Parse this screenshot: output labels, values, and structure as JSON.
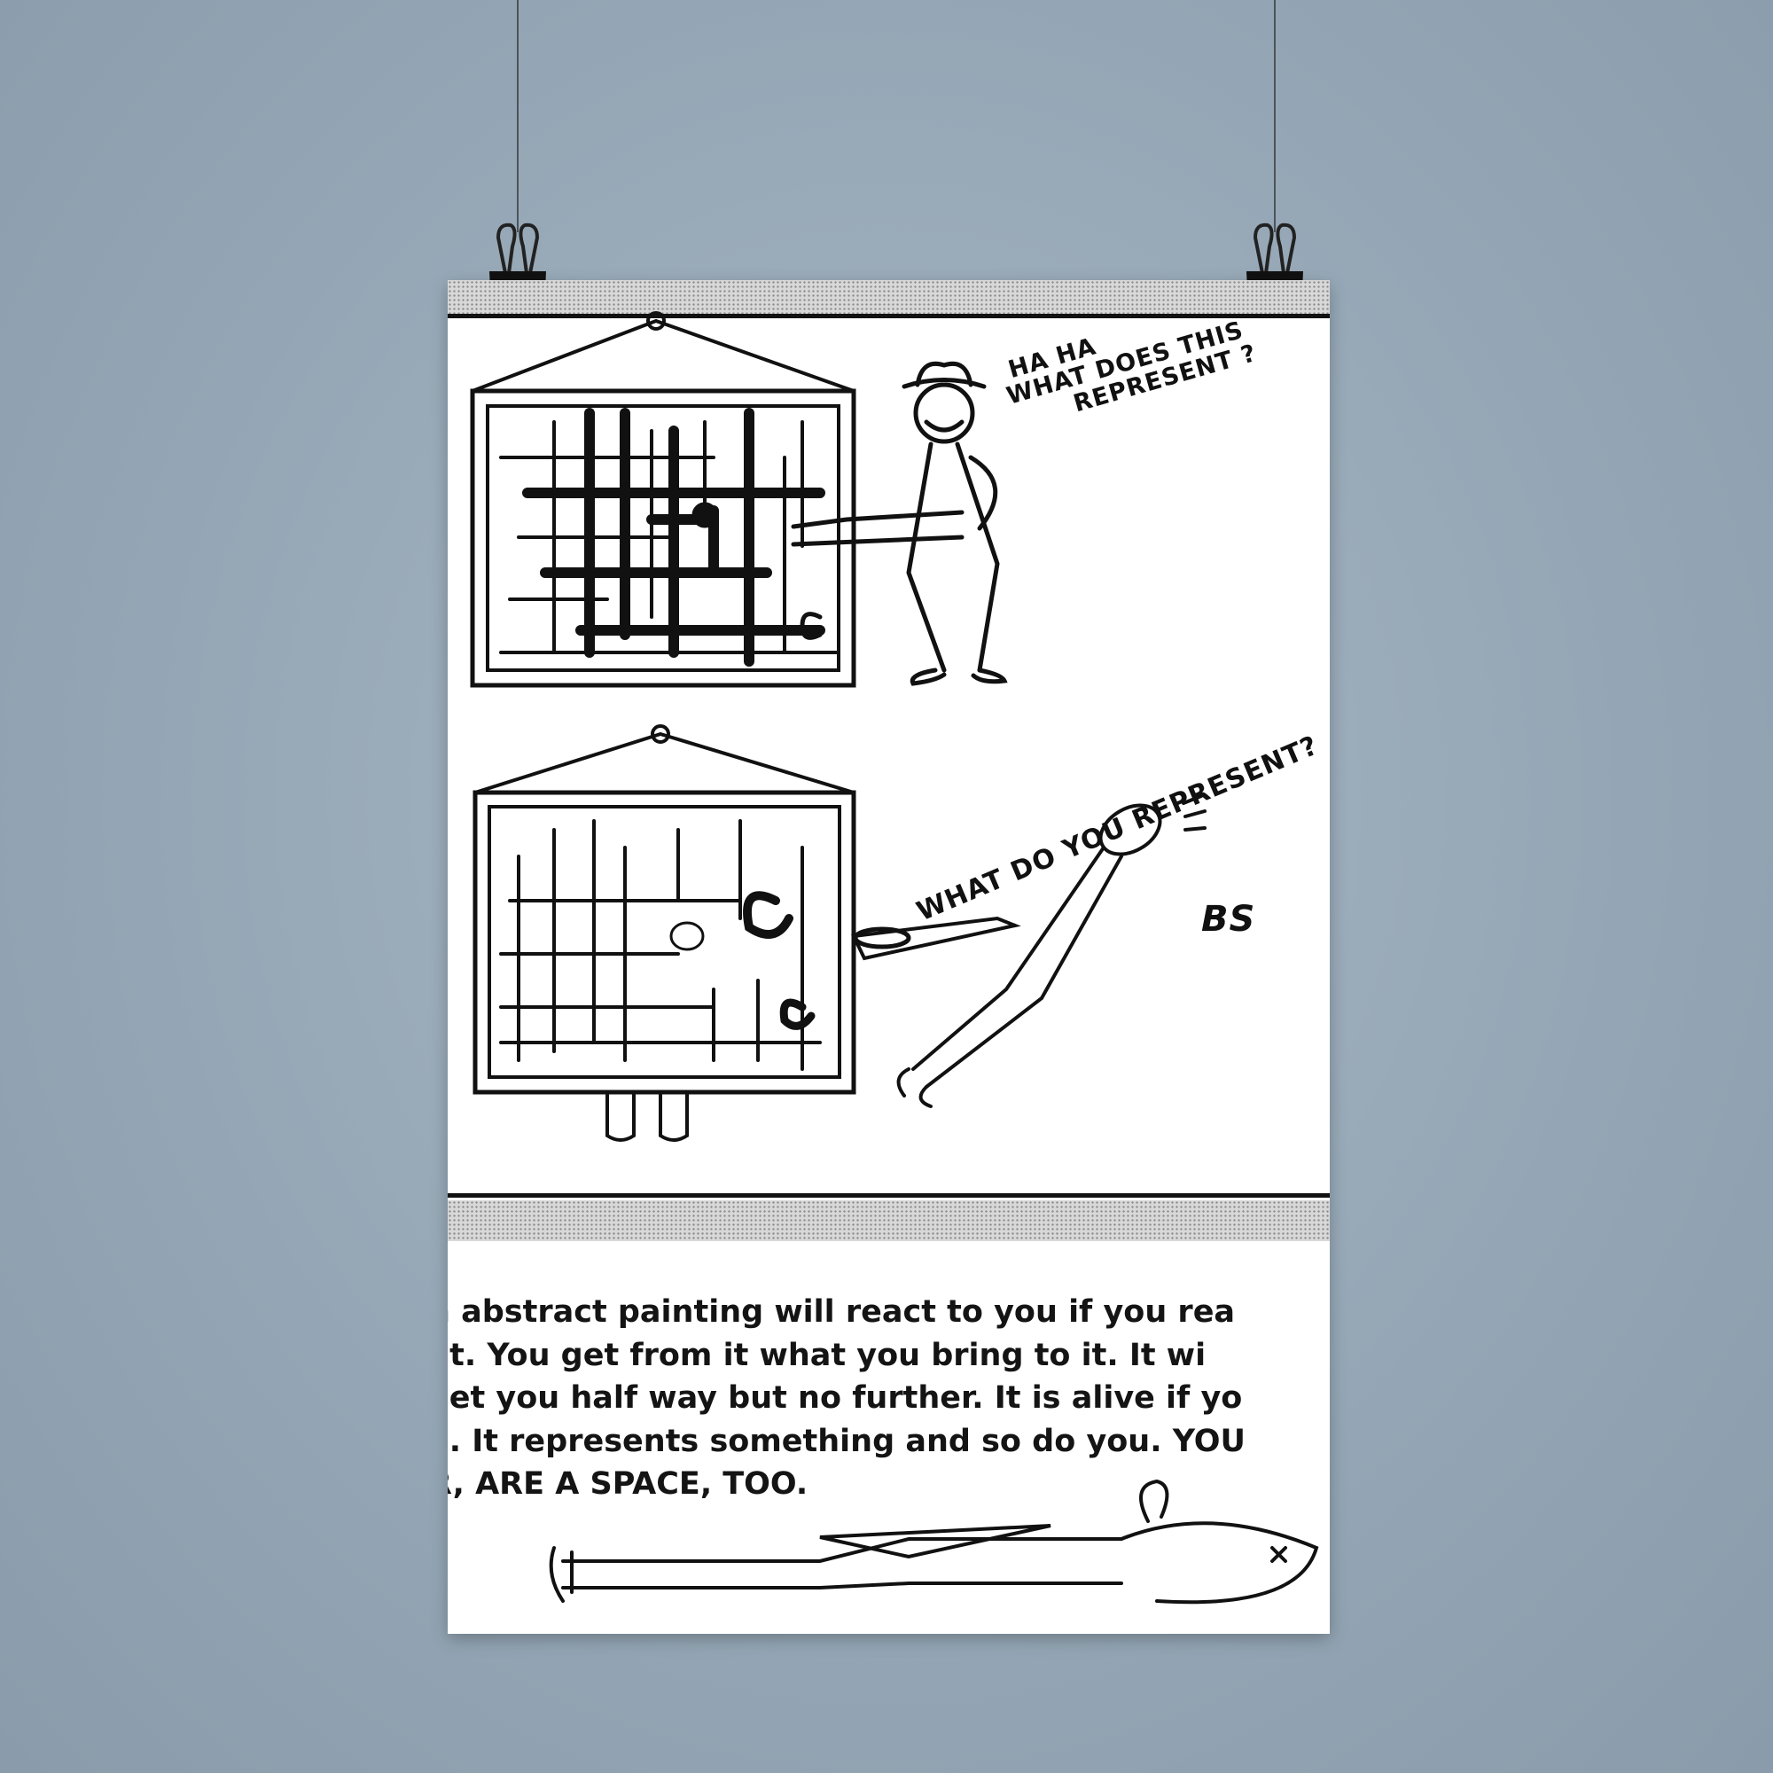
{
  "poster": {
    "panel1": {
      "speech_line1": "HA HA",
      "speech_line2": "WHAT DOES THIS",
      "speech_line3": "REPRESENT ?"
    },
    "panel2": {
      "speech": "WHAT DO YOU REPRESENT?",
      "signature": "BS"
    },
    "caption_lines": [
      "n abstract painting will react to you if you rea",
      " it. You get from it what you bring to it. It wi",
      "eet you half way but no further. It is alive if yo",
      "e. It represents something and so do you. YOU",
      "R, ARE A SPACE, TOO."
    ]
  },
  "colors": {
    "background": "#9aabb9",
    "ink": "#111111",
    "paper": "#ffffff"
  }
}
